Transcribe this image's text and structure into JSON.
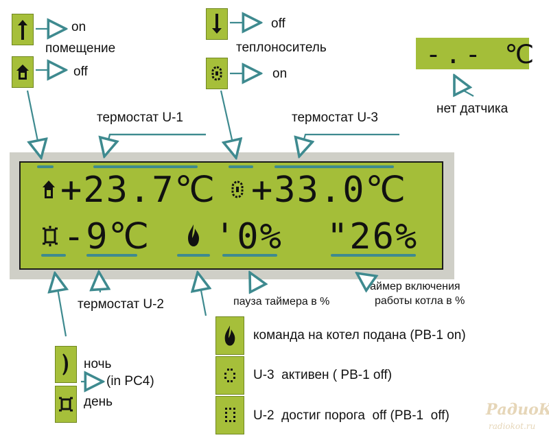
{
  "legend_top_left": {
    "up_state": "on",
    "room_label": "помещение",
    "house_state": "off"
  },
  "legend_top_mid": {
    "down_state": "off",
    "coolant_label": "теплоноситель",
    "boiler_state": "on"
  },
  "sensor": {
    "display": "-.- ℃",
    "label": "нет датчика"
  },
  "lcd": {
    "line1_left": "+23.7℃",
    "line1_right": "+33.0℃",
    "line2_temp": "-9℃",
    "line2_pause": "'0%",
    "line2_timer": "\"26%"
  },
  "labels": {
    "thermostat_u1": "термостат U-1",
    "thermostat_u3": "термостат U-3",
    "thermostat_u2": "термостат U-2",
    "pause_timer": "пауза таймера в %",
    "timer_on_line1": "таймер включения",
    "timer_on_line2": "работы котла в %"
  },
  "legend_bottom_left": {
    "night": "ночь",
    "pc4": "(in PC4)",
    "day": "день"
  },
  "legend_bottom_right": {
    "flame_cmd": "команда на котел подана (РВ-1 on)",
    "u3_active": "U-3  активен ( РВ-1 off)",
    "u2_threshold": "U-2  достиг порога  off (РВ-1  off)"
  },
  "watermark": {
    "main": "РадиоКОТ",
    "sub": "radiokot.ru"
  },
  "colors": {
    "lcd_green": "#a4be39",
    "bar_teal": "#3e8a8f",
    "frame_gray": "#cfcfc7"
  }
}
